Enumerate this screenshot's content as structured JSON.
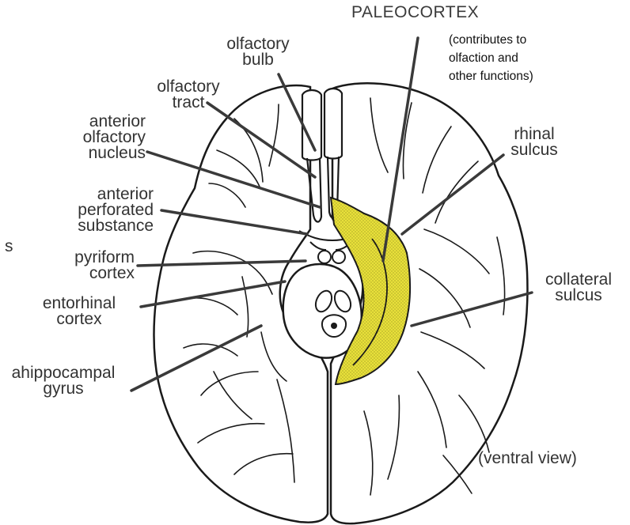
{
  "title": "PALEOCORTEX",
  "title_note": [
    "(contributes to",
    "olfaction and",
    "other functions)"
  ],
  "view_label": "(ventral view)",
  "labels": {
    "olfactory_bulb": [
      "olfactory",
      "bulb"
    ],
    "olfactory_tract": [
      "olfactory",
      "tract"
    ],
    "anterior_olfactory_nucleus": [
      "anterior",
      "olfactory",
      "nucleus"
    ],
    "anterior_perforated_substance": [
      "anterior",
      "perforated",
      "substance"
    ],
    "pyriform_cortex": [
      "pyriform",
      "cortex"
    ],
    "entorhinal_cortex": [
      "entorhinal",
      "cortex"
    ],
    "parahippocampal_gyrus": [
      "ahippocampal",
      "gyrus"
    ],
    "rhinal_sulcus": [
      "rhinal",
      "sulcus"
    ],
    "collateral_sulcus": [
      "collateral",
      "sulcus"
    ],
    "left_edge_fragment": "s"
  },
  "colors": {
    "paleocortex_fill": "#e8e03a",
    "outline": "#1a1a1a",
    "leader_line": "#3a3a3a",
    "label_text": "#333333"
  }
}
